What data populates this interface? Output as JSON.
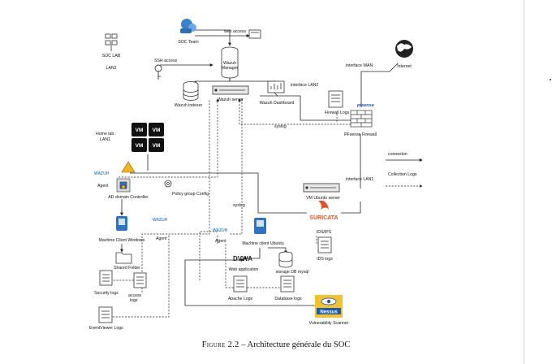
{
  "diagram": {
    "caption": {
      "figure": "Figure 2.2",
      "dash": "–",
      "title": "Architecture générale du SOC"
    },
    "nodes": {
      "soc_lab": "SOC LAB",
      "lan2": "LAN2",
      "soc_team": "SOC Team",
      "wazuh_manager": "Wazuh\nManager",
      "wazuh_indexer": "Wazuh indexer",
      "wazuh_server": "Wazuh server",
      "wazuh_dashboard": "Wazuh Dashboard",
      "internet": "Internet",
      "firewall_logs": "Firewall Logs",
      "pfsense_brand": "pfsense",
      "pfsense_firewall": "PFsense Firewall",
      "home_lab_lan1": "Home lab\nLAN1",
      "agent_dc": "Agent",
      "ad_domain_controller": "AD domain Controller",
      "policy_group_config": "Policy group Config",
      "vm_ubuntu_server": "VM Ubuntu server",
      "suricata": "SURICATA",
      "ids_ips": "IDS/IPS",
      "ids_logs": "IDS logs",
      "machine_client_windows": "Machine Client Windows",
      "agent_windows": "Agent",
      "agent_ubuntu": "Agent",
      "machine_client_ubuntu": "Machine client Ubuntu",
      "dvwa": "DVWA",
      "web_application": "Web application",
      "storage_db": "storage DB mysql",
      "shared_folder": "Shared Folder",
      "security_logs": "Security logs",
      "access_logs": "access\nlogs",
      "eventviewer_logs": "EventViewer Logs",
      "apache_logs": "Apache Logs",
      "database_logs": "Database logs",
      "nessus": "Nessus",
      "vulnerability_scanner": "Vulnerability Scanner",
      "wazuh_brand": "WAZUH",
      "vm": "VM"
    },
    "edge_labels": {
      "web_access": "web access",
      "ssh_access": "SSH access",
      "interface_lan2": "interface LAN2",
      "interface_wan": "interface WAN",
      "interface_lan1": "interface LAN1",
      "syslog_top": "syslog",
      "syslog_mid": "syslog"
    },
    "legend": {
      "connexion": "connexion",
      "collection_logs": "Collection Logs"
    },
    "colors": {
      "wazuh_blue": "#3a8fd8",
      "suricata_red": "#e0522a",
      "nessus_yellow": "#f2c230",
      "nessus_blue": "#1f5aa8",
      "soc_team_blue": "#3b83c9",
      "ubuntu_blue": "#2f74c0",
      "dc_yellow": "#f0b420",
      "line": "#222222"
    }
  }
}
